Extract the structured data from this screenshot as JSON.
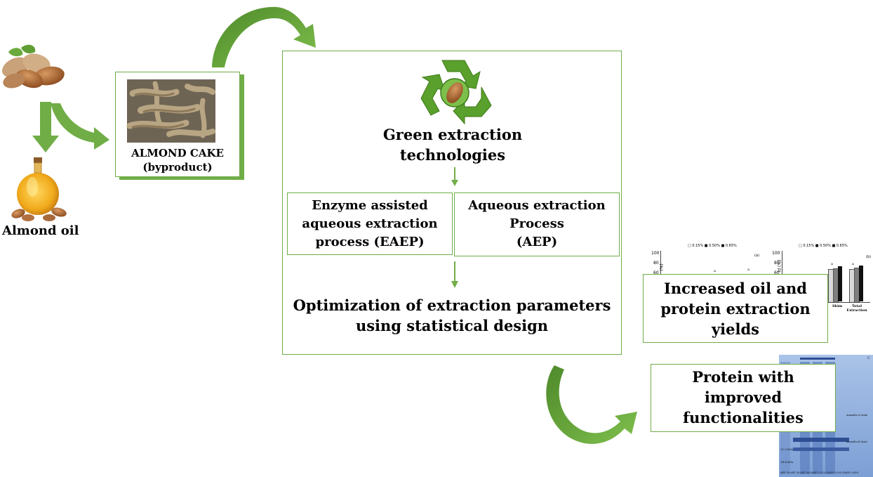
{
  "colors": {
    "green": "#70ad47",
    "green_dark": "#548235",
    "recycle_green": "#5aa02c",
    "oil_gold": "#e8a318",
    "almond_brown": "#9c5a2a",
    "gel_blue": "#8fb0dc"
  },
  "left": {
    "almond_oil_label": "Almond oil",
    "cake_label_line1": "ALMOND CAKE",
    "cake_label_line2": "(byproduct)"
  },
  "center": {
    "title_line1": "Green extraction",
    "title_line2": "technologies",
    "eaep_line1": "Enzyme assisted",
    "eaep_line2": "aqueous extraction",
    "eaep_line3": "process (EAEP)",
    "aep_line1": "Aqueous extraction",
    "aep_line2": "Process",
    "aep_line3": "(AEP)",
    "opt_line1": "Optimization  of extraction parameters",
    "opt_line2": "using statistical design"
  },
  "right": {
    "yield_line1": "Increased oil  and",
    "yield_line2": "protein  extraction",
    "yield_line3": "yields",
    "protein_line1": "Protein with",
    "protein_line2": "improved",
    "protein_line3": "functionalities",
    "mini_chart": {
      "legend_a": "□ 0.15%  ■ 0.50%  ■ 0.65%",
      "legend_b": "□ 0.15%  ■ 0.50%  ■ 0.65%",
      "tick_100": "100",
      "tick_80": "80",
      "tick_60": "60",
      "ylabel_a": "(%)",
      "ylabel_b": "ld (%)",
      "panel_a": "(a)",
      "panel_b": "(b)",
      "cat_skim": "Skim",
      "cat_total": "Total\nExtraction",
      "bar_letter": "a"
    },
    "gel": {
      "marker_top": "21.5 kDa",
      "marker_bottom": "14.4 kDa",
      "band_alpha": "Amandin α-chain",
      "band_beta": "Amandin β-chain",
      "lanes": "AEP 1h  AEP 2h  AEP 3h   EAEP 0.15%  EAEP 0.50%  EAEP 0.65%",
      "corner": "C"
    }
  }
}
